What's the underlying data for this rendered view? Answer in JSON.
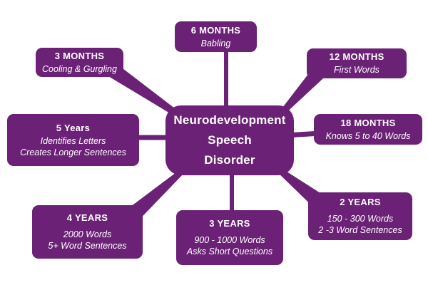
{
  "diagram": {
    "background_color": "#ffffff",
    "node_color": "#6B2176",
    "text_color": "#ffffff",
    "center": {
      "lines": [
        "Neurodevelopment",
        "Speech",
        "Disorder"
      ]
    },
    "nodes": [
      {
        "id": "6-months",
        "title": "6 MONTHS",
        "details": [
          "Babling"
        ]
      },
      {
        "id": "3-months",
        "title": "3 MONTHS",
        "details": [
          "Cooling & Gurgling"
        ]
      },
      {
        "id": "12-months",
        "title": "12 MONTHS",
        "details": [
          "First Words"
        ]
      },
      {
        "id": "5-years",
        "title": "5 Years",
        "details": [
          "Identifies Letters",
          "Creates Longer Sentences"
        ]
      },
      {
        "id": "18-months",
        "title": "18 MONTHS",
        "details": [
          "Knows 5 to 40 Words"
        ]
      },
      {
        "id": "4-years",
        "title": "4 YEARS",
        "details": [
          "2000 Words",
          "5+ Word Sentences"
        ]
      },
      {
        "id": "3-years",
        "title": "3 YEARS",
        "details": [
          "900 - 1000 Words",
          "Asks Short Questions"
        ]
      },
      {
        "id": "2-years",
        "title": "2 YEARS",
        "details": [
          "150 - 300 Words",
          "2 -3 Word Sentences"
        ]
      }
    ]
  }
}
